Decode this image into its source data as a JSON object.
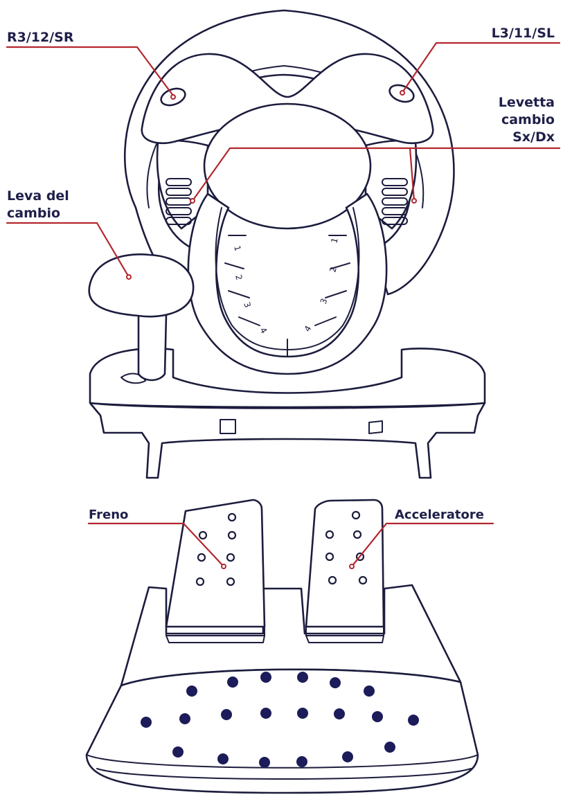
{
  "labels": {
    "r3": "R3/12/SR",
    "l3": "L3/11/SL",
    "paddle_line1": "Levetta",
    "paddle_line2": "cambio",
    "paddle_line3": "Sx/Dx",
    "shifter_line1": "Leva del",
    "shifter_line2": "cambio",
    "brake": "Freno",
    "accelerator": "Acceleratore"
  },
  "gear_marks": {
    "left": [
      "1",
      "2",
      "3",
      "4"
    ],
    "right": [
      "1",
      "2",
      "3",
      "4"
    ]
  },
  "colors": {
    "outline": "#1c1c3e",
    "leader": "#b3262e",
    "label_text": "#1f1f4a",
    "stud": "#1c1c5a"
  }
}
